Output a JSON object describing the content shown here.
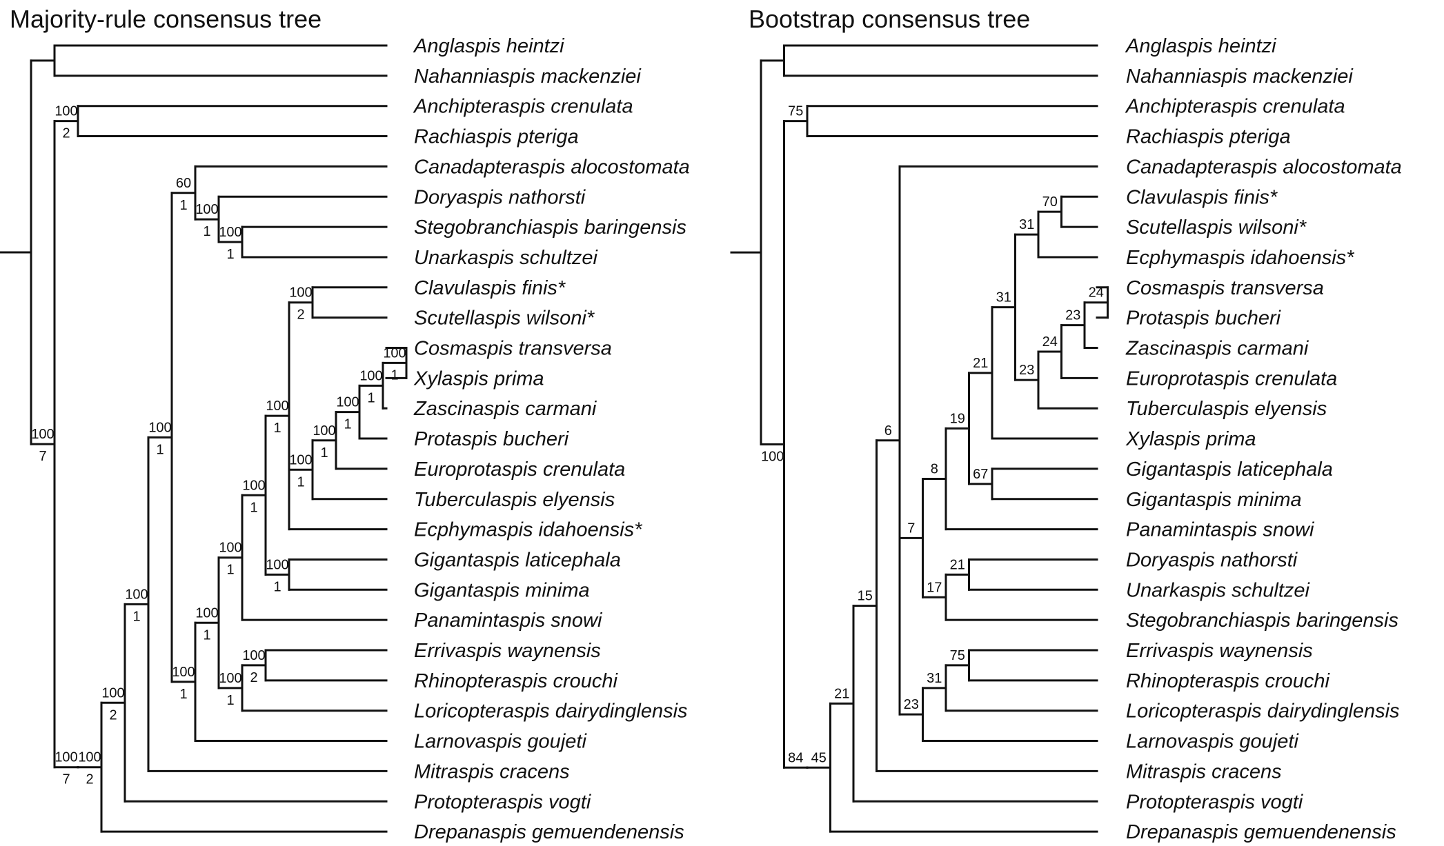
{
  "panels": [
    {
      "id": "majority",
      "title": "Majority-rule consensus tree",
      "taxa": [
        "Anglaspis heintzi",
        "Nahanniaspis mackenziei",
        "Anchipteraspis crenulata",
        "Rachiaspis pteriga",
        "Canadapteraspis alocostomata",
        "Doryaspis nathorsti",
        "Stegobranchiaspis baringensis",
        "Unarkaspis schultzei",
        "Clavulaspis finis*",
        "Scutellaspis wilsoni*",
        "Cosmaspis transversa",
        "Xylaspis prima",
        "Zascinaspis carmani",
        "Protaspis bucheri",
        "Europrotaspis crenulata",
        "Tuberculaspis elyensis",
        "Ecphymaspis idahoensis*",
        "Gigantaspis laticephala",
        "Gigantaspis minima",
        "Panamintaspis snowi",
        "Errivaspis waynensis",
        "Rhinopteraspis crouchi",
        "Loricopteraspis dairydinglensis",
        "Larnovaspis goujeti",
        "Mitraspis cracens",
        "Protopteraspis vogti",
        "Drepanaspis gemuendenensis"
      ],
      "tree": {
        "c": [
          {
            "c": [
              0,
              1
            ]
          },
          {
            "a": "100",
            "b": "7",
            "c": [
              {
                "a": "100",
                "b": "2",
                "c": [
                  2,
                  3
                ]
              },
              {
                "a": "100",
                "b": "7",
                "c": [
                  {
                    "a": "100",
                    "b": "2",
                    "c": [
                      {
                        "a": "100",
                        "b": "2",
                        "c": [
                          {
                            "a": "100",
                            "b": "1",
                            "c": [
                              {
                                "a": "100",
                                "b": "1",
                                "c": [
                                  {
                                    "a": "60",
                                    "b": "1",
                                    "c": [
                                      4,
                                      {
                                        "a": "100",
                                        "b": "1",
                                        "c": [
                                          5,
                                          {
                                            "a": "100",
                                            "b": "1",
                                            "c": [
                                              6,
                                              7
                                            ]
                                          }
                                        ]
                                      }
                                    ]
                                  },
                                  {
                                    "a": "100",
                                    "b": "1",
                                    "c": [
                                      {
                                        "a": "100",
                                        "b": "1",
                                        "c": [
                                          {
                                            "a": "100",
                                            "b": "1",
                                            "c": [
                                              {
                                                "a": "100",
                                                "b": "1",
                                                "c": [
                                                  {
                                                    "a": "100",
                                                    "b": "1",
                                                    "c": [
                                                      {
                                                        "a": "100",
                                                        "b": "2",
                                                        "c": [
                                                          8,
                                                          9
                                                        ]
                                                      },
                                                      {
                                                        "a": "100",
                                                        "b": "1",
                                                        "c": [
                                                          {
                                                            "a": "100",
                                                            "b": "1",
                                                            "c": [
                                                              {
                                                                "a": "100",
                                                                "b": "1",
                                                                "c": [
                                                                  {
                                                                    "a": "100",
                                                                    "b": "1",
                                                                    "c": [
                                                                      {
                                                                        "a": "100",
                                                                        "b": "1",
                                                                        "c": [
                                                                          10,
                                                                          11
                                                                        ]
                                                                      },
                                                                      12
                                                                    ]
                                                                  },
                                                                  13
                                                                ]
                                                              },
                                                              14
                                                            ]
                                                          },
                                                          15
                                                        ]
                                                      },
                                                      16
                                                    ]
                                                  },
                                                  {
                                                    "a": "100",
                                                    "b": "1",
                                                    "c": [
                                                      17,
                                                      18
                                                    ]
                                                  }
                                                ]
                                              },
                                              19
                                            ]
                                          },
                                          {
                                            "a": "100",
                                            "b": "1",
                                            "c": [
                                              {
                                                "a": "100",
                                                "b": "2",
                                                "c": [
                                                  20,
                                                  21
                                                ]
                                              },
                                              22
                                            ]
                                          }
                                        ]
                                      },
                                      23
                                    ]
                                  }
                                ]
                              },
                              24
                            ]
                          },
                          25
                        ]
                      },
                      26
                    ]
                  }
                ]
              }
            ]
          }
        ]
      }
    },
    {
      "id": "bootstrap",
      "title": "Bootstrap consensus tree",
      "taxa": [
        "Anglaspis heintzi",
        "Nahanniaspis mackenziei",
        "Anchipteraspis crenulata",
        "Rachiaspis pteriga",
        "Canadapteraspis alocostomata",
        "Clavulaspis finis*",
        "Scutellaspis wilsoni*",
        "Ecphymaspis idahoensis*",
        "Cosmaspis transversa",
        "Protaspis bucheri",
        "Zascinaspis carmani",
        "Europrotaspis crenulata",
        "Tuberculaspis elyensis",
        "Xylaspis prima",
        "Gigantaspis laticephala",
        "Gigantaspis minima",
        "Panamintaspis snowi",
        "Doryaspis nathorsti",
        "Unarkaspis schultzei",
        "Stegobranchiaspis baringensis",
        "Errivaspis waynensis",
        "Rhinopteraspis crouchi",
        "Loricopteraspis dairydinglensis",
        "Larnovaspis goujeti",
        "Mitraspis cracens",
        "Protopteraspis vogti",
        "Drepanaspis gemuendenensis"
      ],
      "tree": {
        "c": [
          {
            "c": [
              0,
              1
            ]
          },
          {
            "b": "100",
            "c": [
              {
                "a": "75",
                "c": [
                  2,
                  3
                ]
              },
              {
                "a": "84",
                "c": [
                  {
                    "a": "45",
                    "c": [
                      {
                        "a": "21",
                        "c": [
                          {
                            "a": "15",
                            "c": [
                              {
                                "a": "6",
                                "c": [
                                  4,
                                  {
                                    "a": "7",
                                    "c": [
                                      {
                                        "a": "8",
                                        "c": [
                                          {
                                            "a": "19",
                                            "c": [
                                              {
                                                "a": "21",
                                                "c": [
                                                  {
                                                    "a": "31",
                                                    "c": [
                                                      {
                                                        "a": "31",
                                                        "c": [
                                                          {
                                                            "a": "70",
                                                            "c": [
                                                              5,
                                                              6
                                                            ]
                                                          },
                                                          7
                                                        ]
                                                      },
                                                      {
                                                        "a": "23",
                                                        "c": [
                                                          {
                                                            "a": "24",
                                                            "c": [
                                                              {
                                                                "a": "23",
                                                                "c": [
                                                                  {
                                                                    "a": "24",
                                                                    "c": [
                                                                      8,
                                                                      9
                                                                    ]
                                                                  },
                                                                  10
                                                                ]
                                                              },
                                                              11
                                                            ]
                                                          },
                                                          12
                                                        ]
                                                      }
                                                    ]
                                                  },
                                                  13
                                                ]
                                              },
                                              {
                                                "a": "67",
                                                "c": [
                                                  14,
                                                  15
                                                ]
                                              }
                                            ]
                                          },
                                          16
                                        ]
                                      },
                                      {
                                        "a": "17",
                                        "c": [
                                          {
                                            "a": "21",
                                            "c": [
                                              17,
                                              18
                                            ]
                                          },
                                          19
                                        ]
                                      }
                                    ]
                                  },
                                  {
                                    "a": "23",
                                    "c": [
                                      {
                                        "a": "31",
                                        "c": [
                                          {
                                            "a": "75",
                                            "c": [
                                              20,
                                              21
                                            ]
                                          },
                                          22
                                        ]
                                      },
                                      23
                                    ]
                                  }
                                ]
                              },
                              24
                            ]
                          },
                          25
                        ]
                      },
                      26
                    ]
                  }
                ]
              }
            ]
          }
        ]
      }
    }
  ]
}
